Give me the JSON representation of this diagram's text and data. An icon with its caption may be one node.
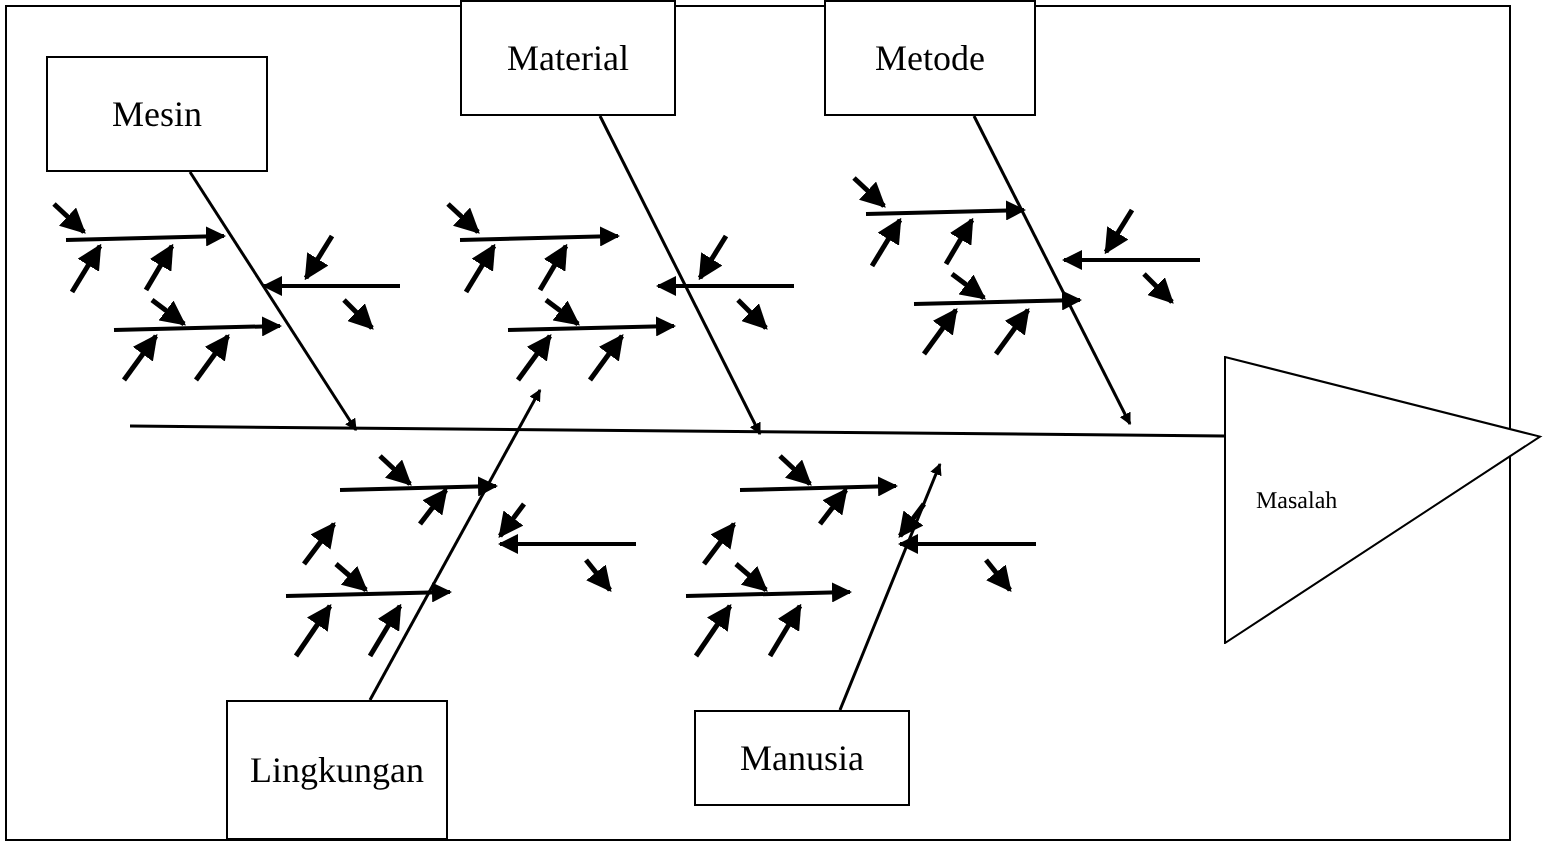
{
  "diagram": {
    "nodes": [
      {
        "text": [
          "Mesin"
        ]
      },
      {
        "text": [
          "Material"
        ]
      },
      {
        "text": [
          "Metode"
        ]
      },
      {
        "text": [
          "Lingkungan"
        ]
      },
      {
        "text": [
          "Manusia"
        ]
      },
      {
        "text": [
          "Masalah"
        ]
      }
    ],
    "edges": [
      {
        "from": null,
        "to": 5,
        "arrow": "none"
      },
      {
        "from": 0,
        "to": null,
        "arrow": "to"
      },
      {
        "from": 1,
        "to": null,
        "arrow": "to"
      },
      {
        "from": 2,
        "to": null,
        "arrow": "to"
      },
      {
        "from": 3,
        "to": null,
        "arrow": "to"
      },
      {
        "from": 4,
        "to": null,
        "arrow": "to"
      }
    ]
  }
}
